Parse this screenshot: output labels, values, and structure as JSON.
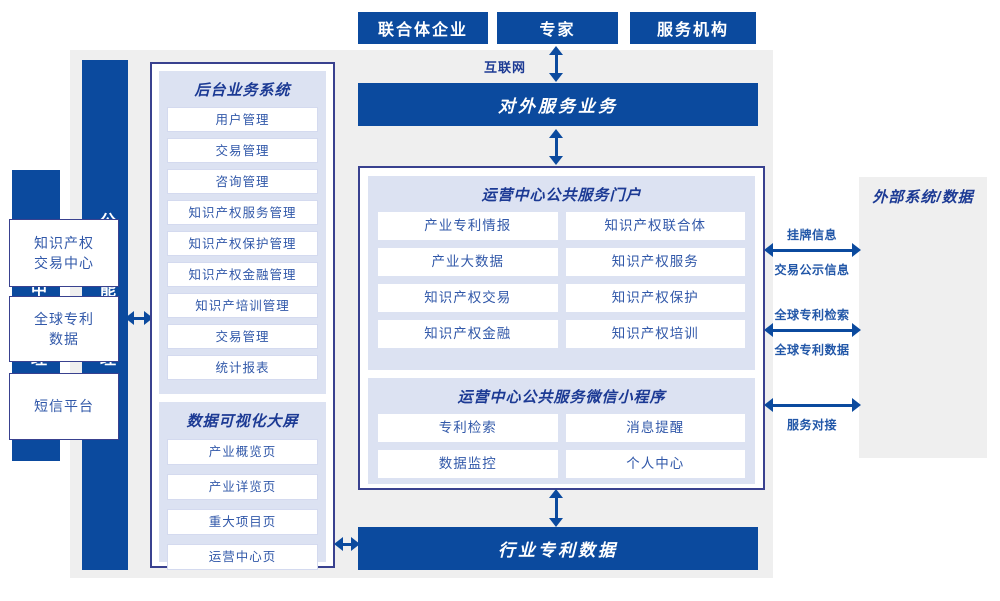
{
  "colors": {
    "primary_blue": "#0b4a9e",
    "border_navy": "#39418f",
    "panel_lavender": "#dce2f2",
    "background_grey": "#efefef",
    "title_text": "#1c3a94",
    "item_text": "#3158a9"
  },
  "top_actors": [
    "联合体企业",
    "专家",
    "服务机构"
  ],
  "internet_label": "互联网",
  "external_service_bar": "对外服务业务",
  "industry_patent_bar": "行业专利数据",
  "left": {
    "admin_bar": "运营中心管理员",
    "backend_bar": "公共功能及管理后台",
    "backend_system": {
      "title": "后台业务系统",
      "items": [
        "用户管理",
        "交易管理",
        "咨询管理",
        "知识产权服务管理",
        "知识产权保护管理",
        "知识产权金融管理",
        "知识产培训管理",
        "交易管理",
        "统计报表"
      ]
    },
    "data_viz": {
      "title": "数据可视化大屏",
      "items": [
        "产业概览页",
        "产业详览页",
        "重大项目页",
        "运营中心页"
      ]
    }
  },
  "center": {
    "portal": {
      "title": "运营中心公共服务门户",
      "items": [
        "产业专利情报",
        "知识产权联合体",
        "产业大数据",
        "知识产权服务",
        "知识产权交易",
        "知识产权保护",
        "知识产权金融",
        "知识产权培训"
      ]
    },
    "miniprogram": {
      "title": "运营中心公共服务微信小程序",
      "items": [
        "专利检索",
        "消息提醒",
        "数据监控",
        "个人中心"
      ]
    }
  },
  "right": {
    "title": "外部系统/数据",
    "systems": [
      "知识产权\n交易中心",
      "全球专利\n数据",
      "短信平台"
    ],
    "links": [
      {
        "top": "挂牌信息",
        "bottom": "交易公示信息"
      },
      {
        "top": "全球专利检索",
        "bottom": "全球专利数据"
      },
      {
        "top": "",
        "bottom": "服务对接"
      }
    ]
  }
}
